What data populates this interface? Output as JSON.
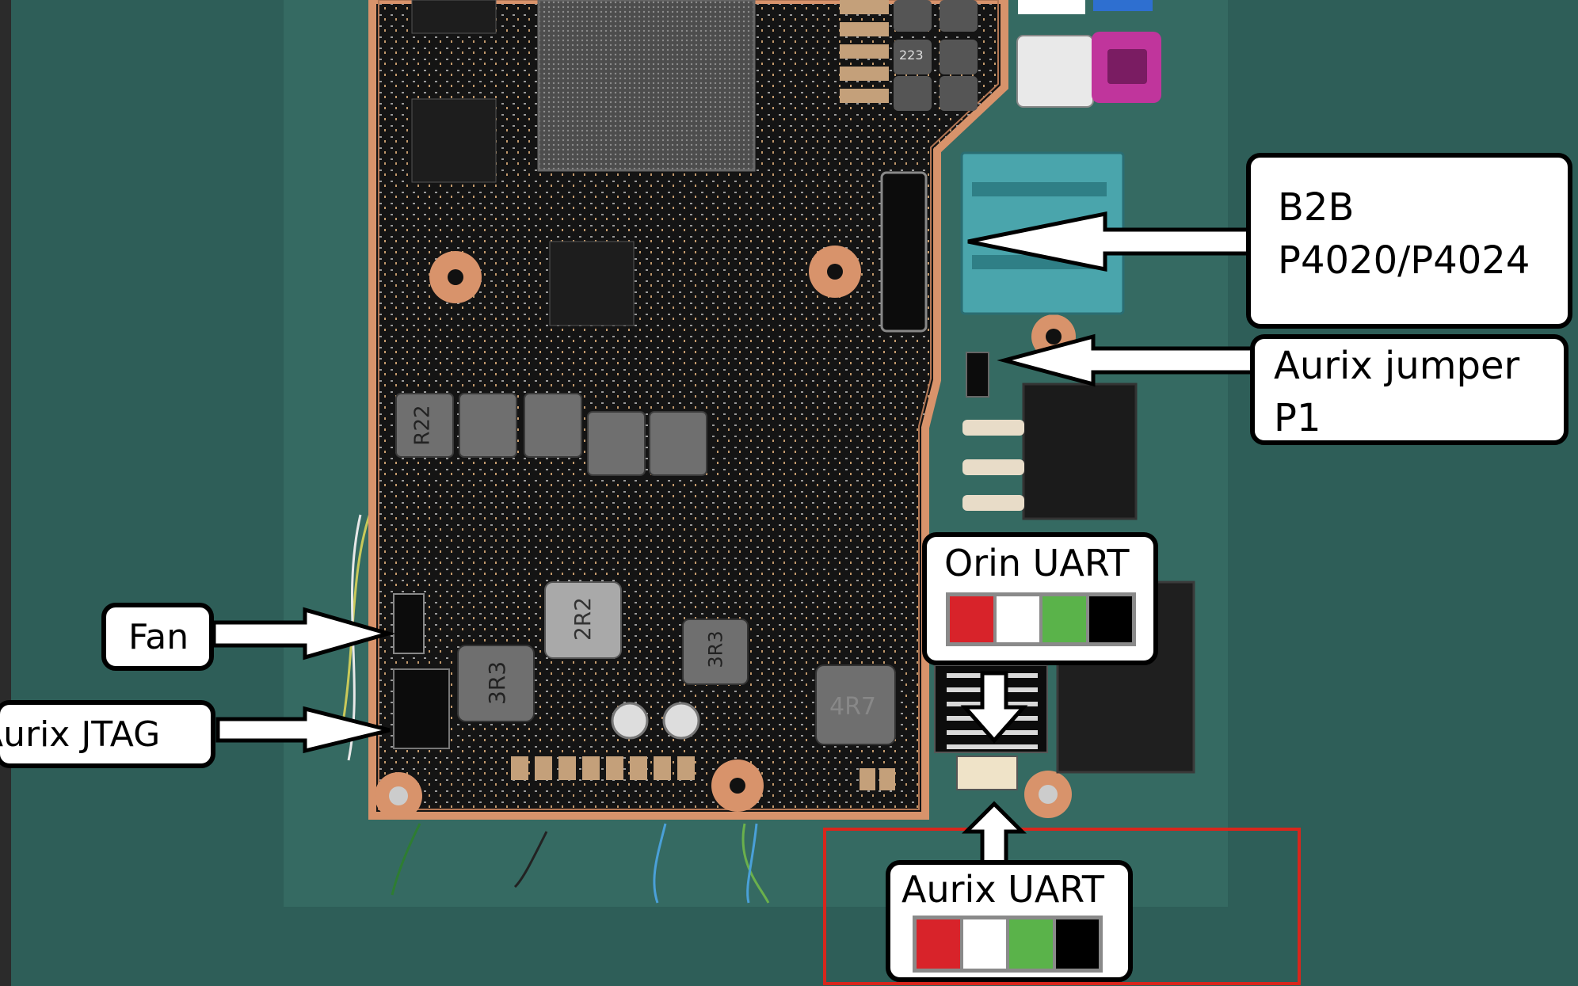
{
  "labels": {
    "b2b_line1": "B2B",
    "b2b_line2": "P4020/P4024",
    "aurix_jumper_line1": "Aurix jumper",
    "aurix_jumper_line2": "P1",
    "orin_uart": "Orin UART",
    "aurix_uart": "Aurix UART",
    "fan": "Fan",
    "aurix_jtag": "Aurix JTAG"
  },
  "component_markings": {
    "inductor_r22": "R22",
    "inductor_2r2": "2R2",
    "inductor_3r3": "3R3",
    "inductor_3r3_b": "3R3",
    "inductor_4r7": "4R7",
    "inductor_223": "223"
  },
  "colors": {
    "uart_pins": [
      "#d8232a",
      "#ffffff",
      "#5ab34a",
      "#000000"
    ],
    "highlight": "#d9261c",
    "pcb": "#151515",
    "pcb_edge": "#d8936b",
    "background": "#2e5e58"
  }
}
